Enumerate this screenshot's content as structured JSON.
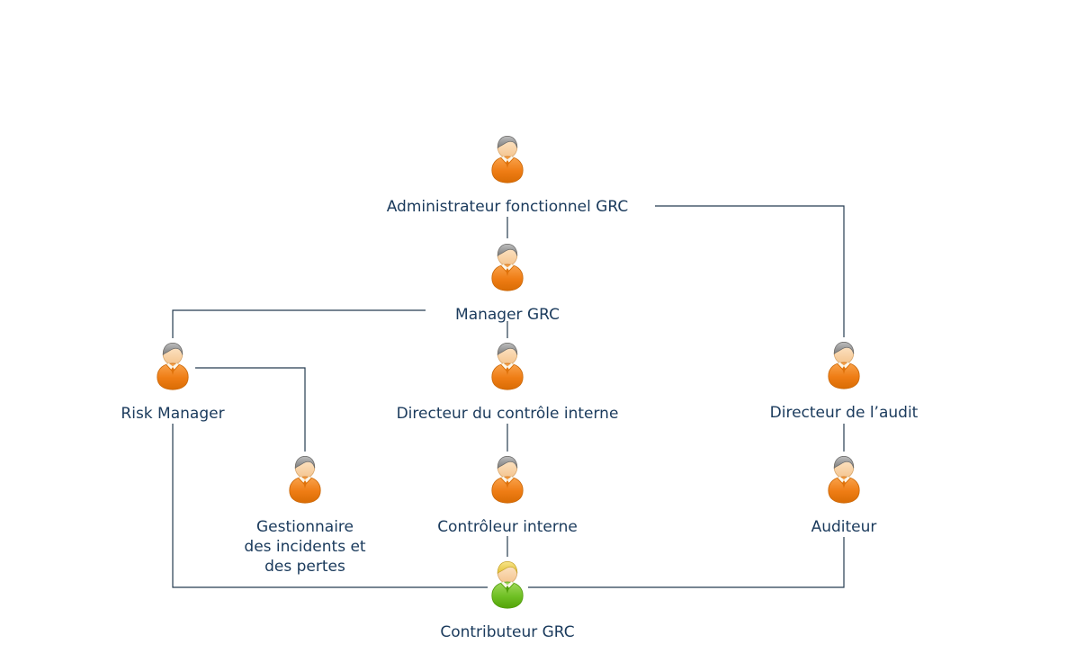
{
  "org_chart": {
    "nodes": [
      {
        "id": "administrateur-fonctionnel-grc",
        "label": "Administrateur fonctionnel GRC",
        "icon": "person-orange-icon"
      },
      {
        "id": "manager-grc",
        "label": "Manager GRC",
        "icon": "person-orange-icon"
      },
      {
        "id": "risk-manager",
        "label": "Risk Manager",
        "icon": "person-orange-icon"
      },
      {
        "id": "directeur-du-controle-interne",
        "label": "Directeur du contrôle interne",
        "icon": "person-orange-icon"
      },
      {
        "id": "directeur-de-l-audit",
        "label": "Directeur de l’audit",
        "icon": "person-orange-icon"
      },
      {
        "id": "gestionnaire-des-incidents-et-des-pertes",
        "label": "Gestionnaire\ndes incidents et\ndes pertes",
        "icon": "person-orange-icon"
      },
      {
        "id": "controleur-interne",
        "label": "Contrôleur interne",
        "icon": "person-orange-icon"
      },
      {
        "id": "auditeur",
        "label": "Auditeur",
        "icon": "person-orange-icon"
      },
      {
        "id": "contributeur-grc",
        "label": "Contributeur GRC",
        "icon": "person-green-icon"
      }
    ],
    "edges": [
      {
        "from": "administrateur-fonctionnel-grc",
        "to": "manager-grc"
      },
      {
        "from": "administrateur-fonctionnel-grc",
        "to": "directeur-de-l-audit"
      },
      {
        "from": "manager-grc",
        "to": "risk-manager"
      },
      {
        "from": "manager-grc",
        "to": "directeur-du-controle-interne"
      },
      {
        "from": "risk-manager",
        "to": "gestionnaire-des-incidents-et-des-pertes"
      },
      {
        "from": "risk-manager",
        "to": "contributeur-grc"
      },
      {
        "from": "directeur-du-controle-interne",
        "to": "controleur-interne"
      },
      {
        "from": "directeur-de-l-audit",
        "to": "auditeur"
      },
      {
        "from": "controleur-interne",
        "to": "contributeur-grc"
      },
      {
        "from": "auditeur",
        "to": "contributeur-grc"
      }
    ],
    "colors": {
      "background": "#ffffff",
      "label_text": "#1a3a5c",
      "connector_line": "#263c50",
      "person_orange": "#ef7d15",
      "person_green": "#6fc024"
    }
  }
}
